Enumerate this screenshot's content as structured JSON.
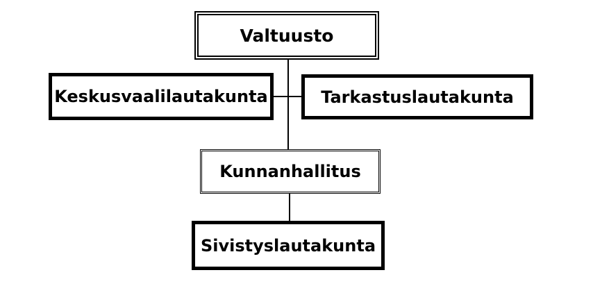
{
  "diagram": {
    "nodes": {
      "valtuusto": "Valtuusto",
      "keskusvaalilautakunta": "Keskusvaalilautakunta",
      "tarkastuslautakunta": "Tarkastuslautakunta",
      "kunnanhallitus": "Kunnanhallitus",
      "sivistyslautakunta": "Sivistyslautakunta"
    },
    "edges": [
      [
        "valtuusto",
        "keskusvaalilautakunta"
      ],
      [
        "valtuusto",
        "tarkastuslautakunta"
      ],
      [
        "valtuusto",
        "kunnanhallitus"
      ],
      [
        "kunnanhallitus",
        "sivistyslautakunta"
      ]
    ]
  }
}
